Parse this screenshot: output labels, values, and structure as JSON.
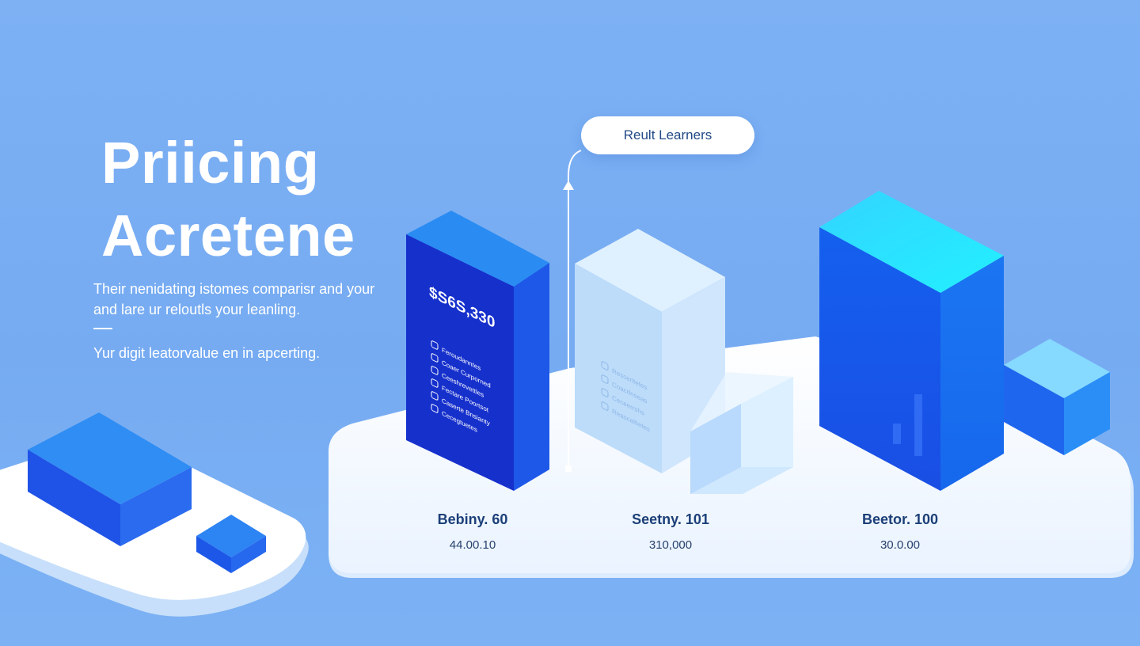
{
  "hero": {
    "title_line1": "Priicing",
    "title_line2": "Acretene",
    "description": "Their nenidating istomes comparisr and your and lare ur reloutls your leanling.",
    "note": "Yur digit leatorvalue en in apcerting."
  },
  "callout": {
    "label": "Reult Learners"
  },
  "plans": [
    {
      "price": "$S6S,330",
      "features": [
        "Feroudanntes",
        "Coaer Curporned",
        "Ceeshrevettles",
        "Fectare Poortsot",
        "Caserte Bnsianty",
        "Cecegtuetes"
      ],
      "name": "Bebiny. 60",
      "value": "44.00.10"
    },
    {
      "features": [
        "Rescerltetes",
        "Coacdnseas",
        "Ceceerrshs",
        "Reascaltietes"
      ],
      "name": "Seetny. 101",
      "value": "310,000"
    },
    {
      "name": "Beetor. 100",
      "value": "30.0.00"
    }
  ],
  "colors": {
    "background": "#79aef3",
    "platform": "#f3f8ff",
    "deep_blue": "#1733cf",
    "royal_blue": "#1562ec",
    "sky_blue": "#2f8ff0",
    "pale_blue": "#d3e8fb",
    "cyan": "#2ee6ff",
    "text_dark": "#1c3f78"
  }
}
